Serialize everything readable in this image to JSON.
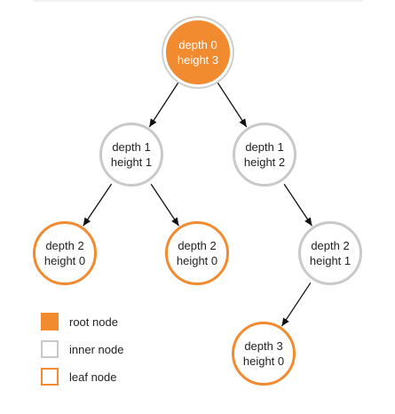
{
  "colors": {
    "root_fill": "#f28a30",
    "leaf_border": "#f28a30",
    "inner_border": "#c9c9c9",
    "edge": "#111111"
  },
  "nodes": {
    "n0": {
      "depth": "depth 0",
      "height": "height 3",
      "kind": "root"
    },
    "n1": {
      "depth": "depth 1",
      "height": "height 1",
      "kind": "inner"
    },
    "n2": {
      "depth": "depth 1",
      "height": "height 2",
      "kind": "inner"
    },
    "n3": {
      "depth": "depth 2",
      "height": "height 0",
      "kind": "leaf"
    },
    "n4": {
      "depth": "depth 2",
      "height": "height 0",
      "kind": "leaf"
    },
    "n5": {
      "depth": "depth 2",
      "height": "height 1",
      "kind": "inner"
    },
    "n6": {
      "depth": "depth 3",
      "height": "height 0",
      "kind": "leaf"
    }
  },
  "edges": [
    {
      "from": "n0",
      "to": "n1"
    },
    {
      "from": "n0",
      "to": "n2"
    },
    {
      "from": "n1",
      "to": "n3"
    },
    {
      "from": "n1",
      "to": "n4"
    },
    {
      "from": "n2",
      "to": "n5"
    },
    {
      "from": "n5",
      "to": "n6"
    }
  ],
  "legend": [
    {
      "kind": "root",
      "label": "root node"
    },
    {
      "kind": "inner",
      "label": "inner node"
    },
    {
      "kind": "leaf",
      "label": "leaf node"
    }
  ]
}
